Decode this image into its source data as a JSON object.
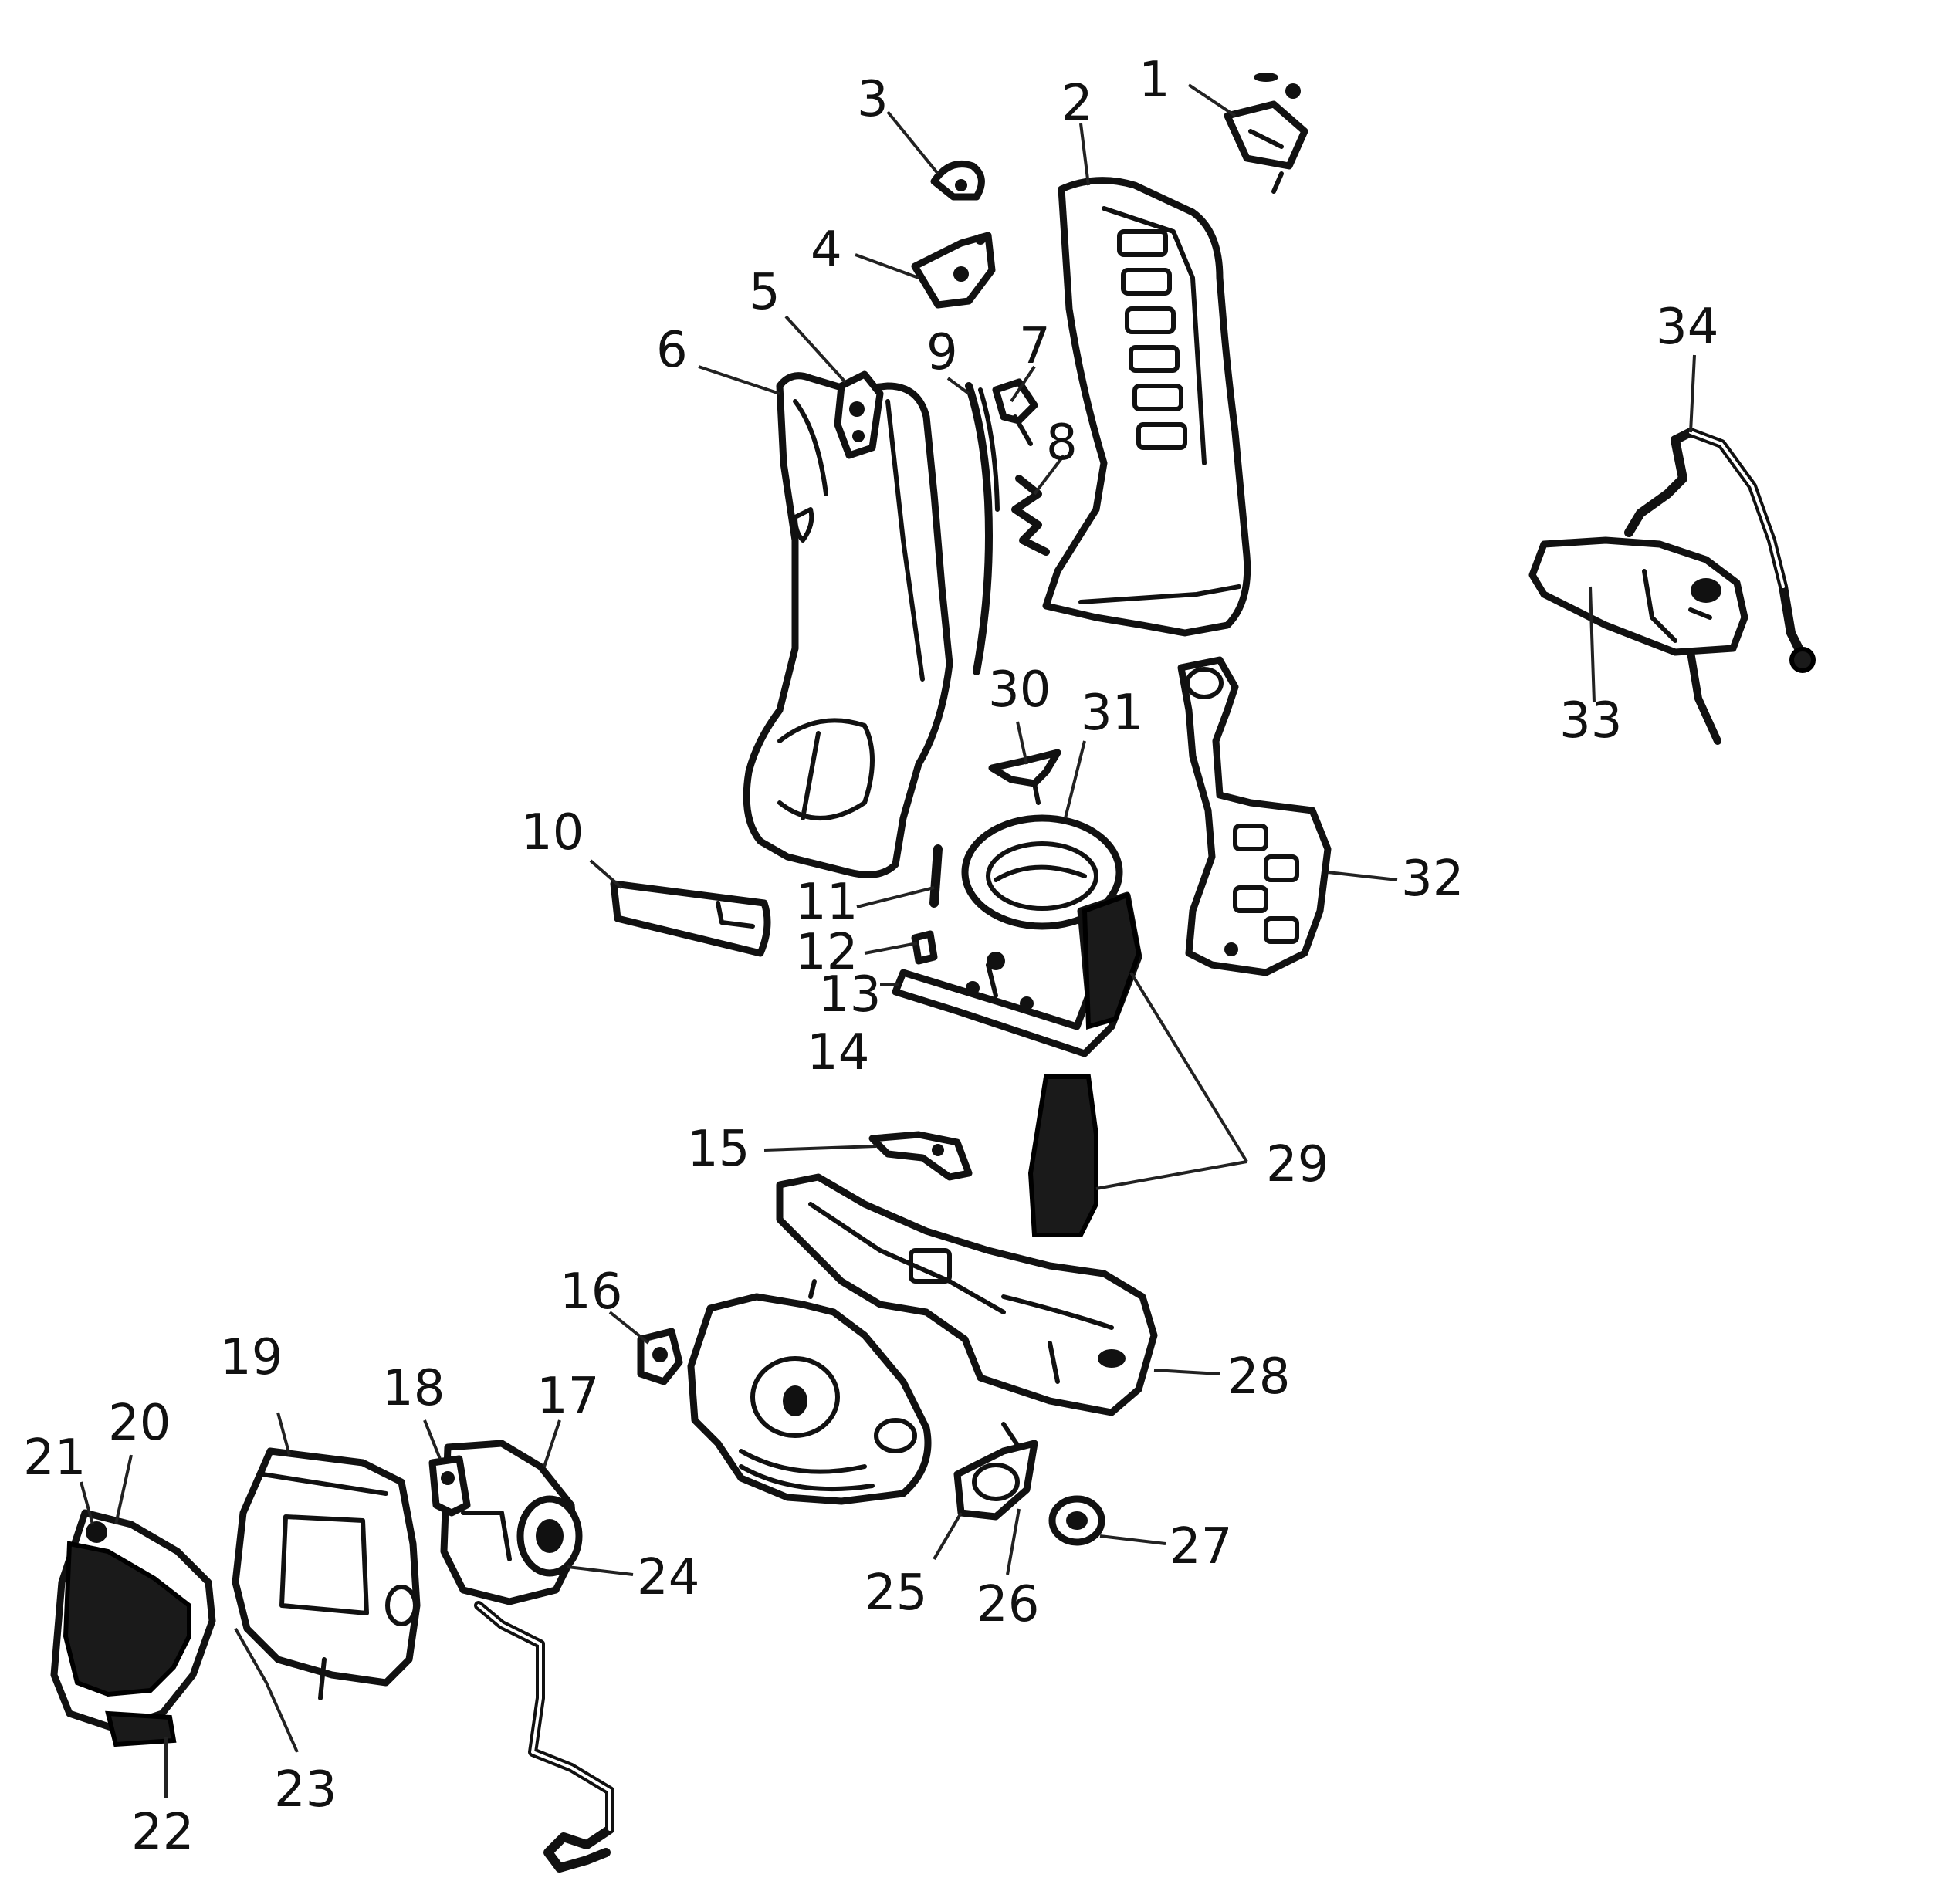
{
  "diagram": {
    "type": "exploded-parts-diagram",
    "callouts": [
      {
        "key": "c1",
        "text": "1"
      },
      {
        "key": "c2",
        "text": "2"
      },
      {
        "key": "c3",
        "text": "3"
      },
      {
        "key": "c4",
        "text": "4"
      },
      {
        "key": "c5",
        "text": "5"
      },
      {
        "key": "c6",
        "text": "6"
      },
      {
        "key": "c7",
        "text": "7"
      },
      {
        "key": "c8",
        "text": "8"
      },
      {
        "key": "c9",
        "text": "9"
      },
      {
        "key": "c10",
        "text": "10"
      },
      {
        "key": "c11",
        "text": "11"
      },
      {
        "key": "c12",
        "text": "12"
      },
      {
        "key": "c13",
        "text": "13"
      },
      {
        "key": "c14",
        "text": "14"
      },
      {
        "key": "c15",
        "text": "15"
      },
      {
        "key": "c16",
        "text": "16"
      },
      {
        "key": "c17",
        "text": "17"
      },
      {
        "key": "c18",
        "text": "18"
      },
      {
        "key": "c19",
        "text": "19"
      },
      {
        "key": "c20",
        "text": "20"
      },
      {
        "key": "c21",
        "text": "21"
      },
      {
        "key": "c22",
        "text": "22"
      },
      {
        "key": "c23",
        "text": "23"
      },
      {
        "key": "c24",
        "text": "24"
      },
      {
        "key": "c25",
        "text": "25"
      },
      {
        "key": "c26",
        "text": "26"
      },
      {
        "key": "c27",
        "text": "27"
      },
      {
        "key": "c28",
        "text": "28"
      },
      {
        "key": "c29",
        "text": "29"
      },
      {
        "key": "c30",
        "text": "30"
      },
      {
        "key": "c31",
        "text": "31"
      },
      {
        "key": "c32",
        "text": "32"
      },
      {
        "key": "c33",
        "text": "33"
      },
      {
        "key": "c34",
        "text": "34"
      }
    ]
  }
}
